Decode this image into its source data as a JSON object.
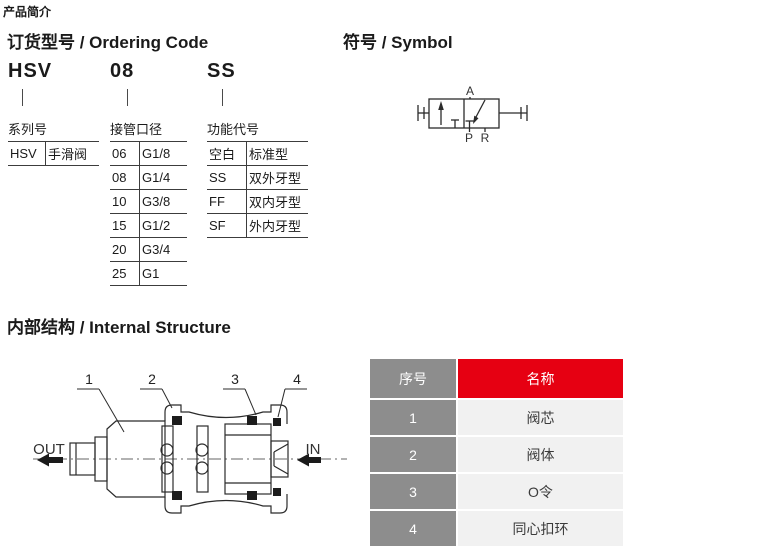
{
  "page_label": "产品简介",
  "ordering": {
    "heading": "订货型号 / Ordering Code",
    "groups": [
      {
        "code": "HSV",
        "label": "系列号",
        "rows": [
          [
            "HSV",
            "手滑阀"
          ]
        ]
      },
      {
        "code": "08",
        "label": "接管口径",
        "rows": [
          [
            "06",
            "G1/8"
          ],
          [
            "08",
            "G1/4"
          ],
          [
            "10",
            "G3/8"
          ],
          [
            "15",
            "G1/2"
          ],
          [
            "20",
            "G3/4"
          ],
          [
            "25",
            "G1"
          ]
        ]
      },
      {
        "code": "SS",
        "label": "功能代号",
        "rows": [
          [
            "空白",
            "标准型"
          ],
          [
            "SS",
            "双外牙型"
          ],
          [
            "FF",
            "双内牙型"
          ],
          [
            "SF",
            "外内牙型"
          ]
        ]
      }
    ]
  },
  "symbol": {
    "heading": "符号 / Symbol",
    "port_a": "A",
    "port_p": "P",
    "port_r": "R"
  },
  "structure": {
    "heading": "内部结构 / Internal Structure",
    "out_label": "OUT",
    "in_label": "IN",
    "callout_1": "1",
    "callout_2": "2",
    "callout_3": "3",
    "callout_4": "4",
    "table": {
      "col_index": "序号",
      "col_name": "名称",
      "rows": [
        [
          "1",
          "阀芯"
        ],
        [
          "2",
          "阀体"
        ],
        [
          "3",
          "O令"
        ],
        [
          "4",
          "同心扣环"
        ]
      ]
    }
  },
  "colors": {
    "header_index_bg": "#8d8d8d",
    "header_name_bg": "#e60012",
    "row_index_bg": "#8d8d8d",
    "row_name_bg": "#f1f1f1",
    "line_color": "#2b2b2b"
  }
}
